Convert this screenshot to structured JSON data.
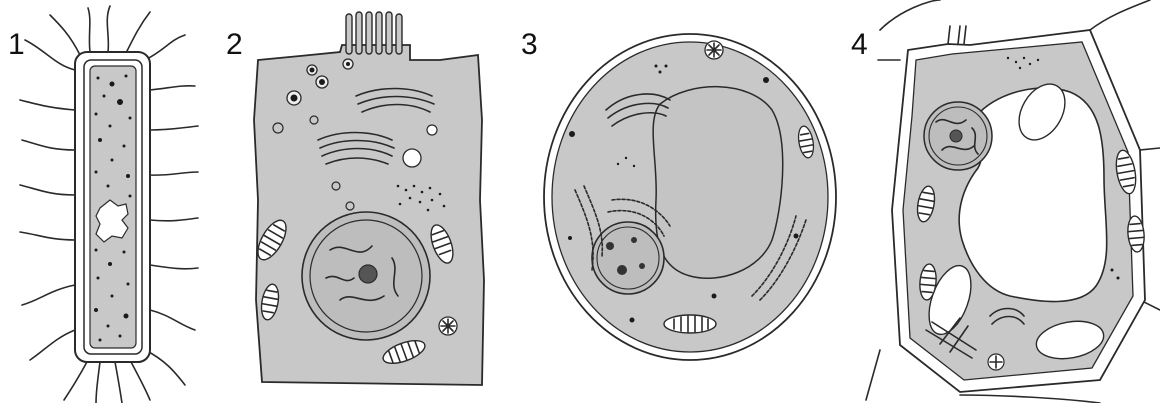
{
  "figure": {
    "labels": [
      "1",
      "2",
      "3",
      "4"
    ]
  },
  "colors": {
    "cytoplasm": "#c8c8c8",
    "outline": "#2a2a2a",
    "background": "#ffffff",
    "light": "#eeeeee"
  }
}
